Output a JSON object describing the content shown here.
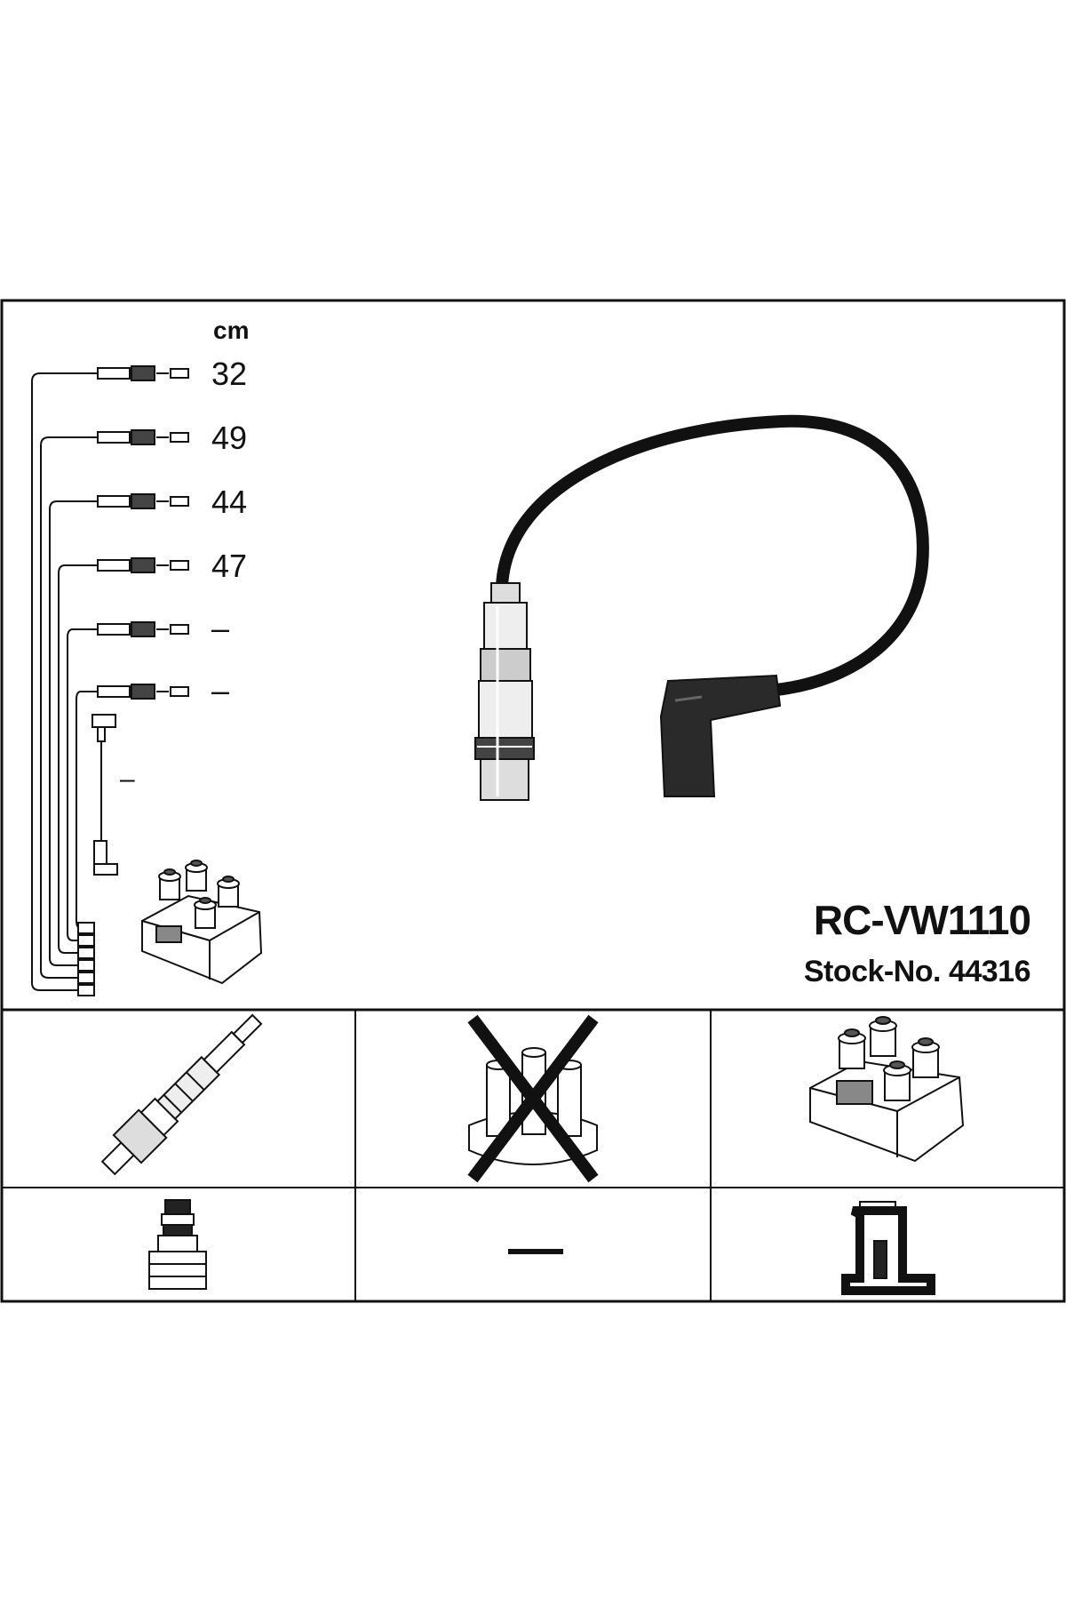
{
  "diagram": {
    "unit_label": "cm",
    "cable_lengths": [
      "32",
      "49",
      "44",
      "47",
      "–",
      "–"
    ],
    "extra_length": "–",
    "part_number": "RC-VW1110",
    "stock_label": "Stock-No.",
    "stock_number": "44316"
  },
  "applications": {
    "spark_plug_icon": "spark-plug-icon",
    "distributor_cap_icon": "distributor-cap-crossed-icon",
    "ignition_coil_icon": "ignition-coil-icon",
    "plug_connector_icon": "plug-connector-icon",
    "terminal_icon": "terminal-clip-icon"
  }
}
